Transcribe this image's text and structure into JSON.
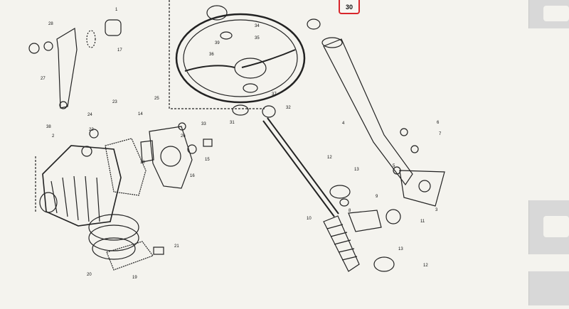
{
  "callout": {
    "label": "30",
    "color": "#d8262b"
  },
  "labels": [
    "28",
    "1",
    "17",
    "27",
    "38",
    "34",
    "35",
    "36",
    "39",
    "37",
    "31",
    "32",
    "33",
    "23",
    "25",
    "14",
    "24",
    "26",
    "16",
    "15",
    "22",
    "2",
    "21",
    "20",
    "19",
    "18",
    "30",
    "4",
    "6",
    "7",
    "3",
    "12",
    "13",
    "8",
    "9",
    "10",
    "11",
    "5"
  ]
}
